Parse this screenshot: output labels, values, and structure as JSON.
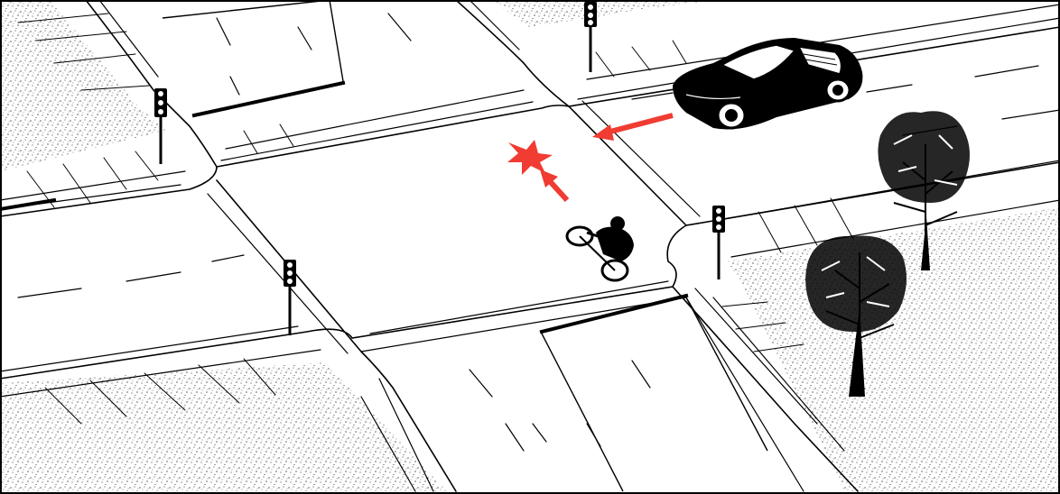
{
  "illustration": {
    "subject": "intersection-cyclist-car-crossing-path",
    "palette": {
      "ink": "#000000",
      "paper": "#ffffff",
      "warning": "#f03c32",
      "stipple": "#000000"
    },
    "icons": {
      "traffic_light": "traffic-light-icon",
      "car": "sports-car-icon",
      "cyclist": "cyclist-icon",
      "tree": "tree-icon",
      "conflict": "conflict-burst-icon",
      "motion": "motion-arrow-icon"
    },
    "traffic_light_count": 4,
    "tree_count": 2,
    "arrow_count": 2
  }
}
